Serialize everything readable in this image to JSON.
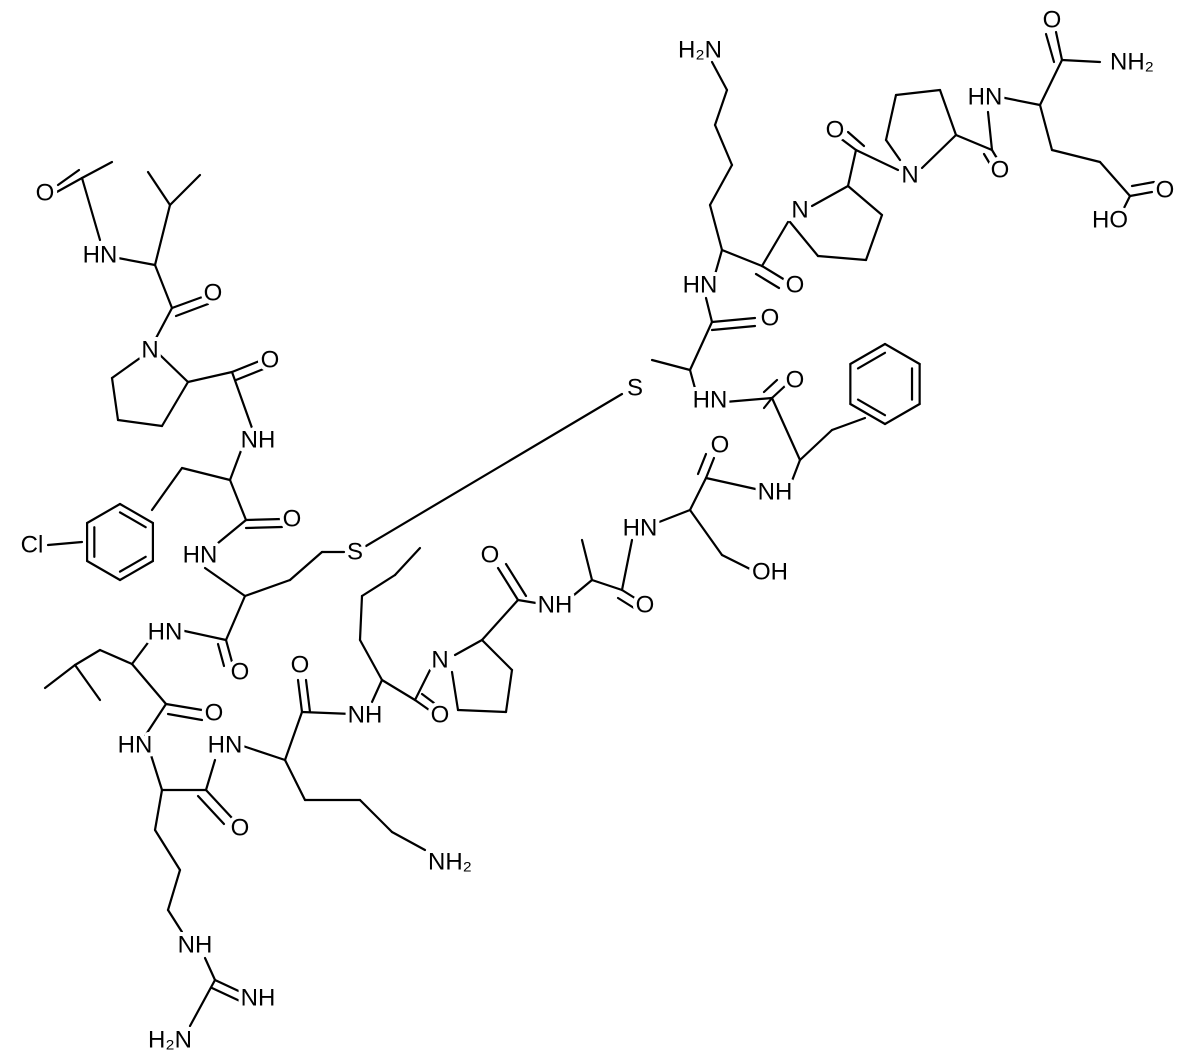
{
  "diagram": {
    "type": "chemical-structure",
    "atom_labels": [
      "H₂N",
      "O",
      "NH₂",
      "HN",
      "O",
      "N",
      "O",
      "O",
      "HO",
      "N",
      "O",
      "HN",
      "O",
      "S",
      "HN",
      "O",
      "O",
      "NH",
      "HN",
      "OH",
      "O",
      "NH",
      "O",
      "N",
      "O",
      "NH",
      "O",
      "HN",
      "O",
      "NH₂",
      "O",
      "HN",
      "O",
      "N",
      "O",
      "NH",
      "Cl",
      "O",
      "HN",
      "S",
      "HN",
      "O",
      "O",
      "HN",
      "NH",
      "NH",
      "H₂N"
    ]
  }
}
